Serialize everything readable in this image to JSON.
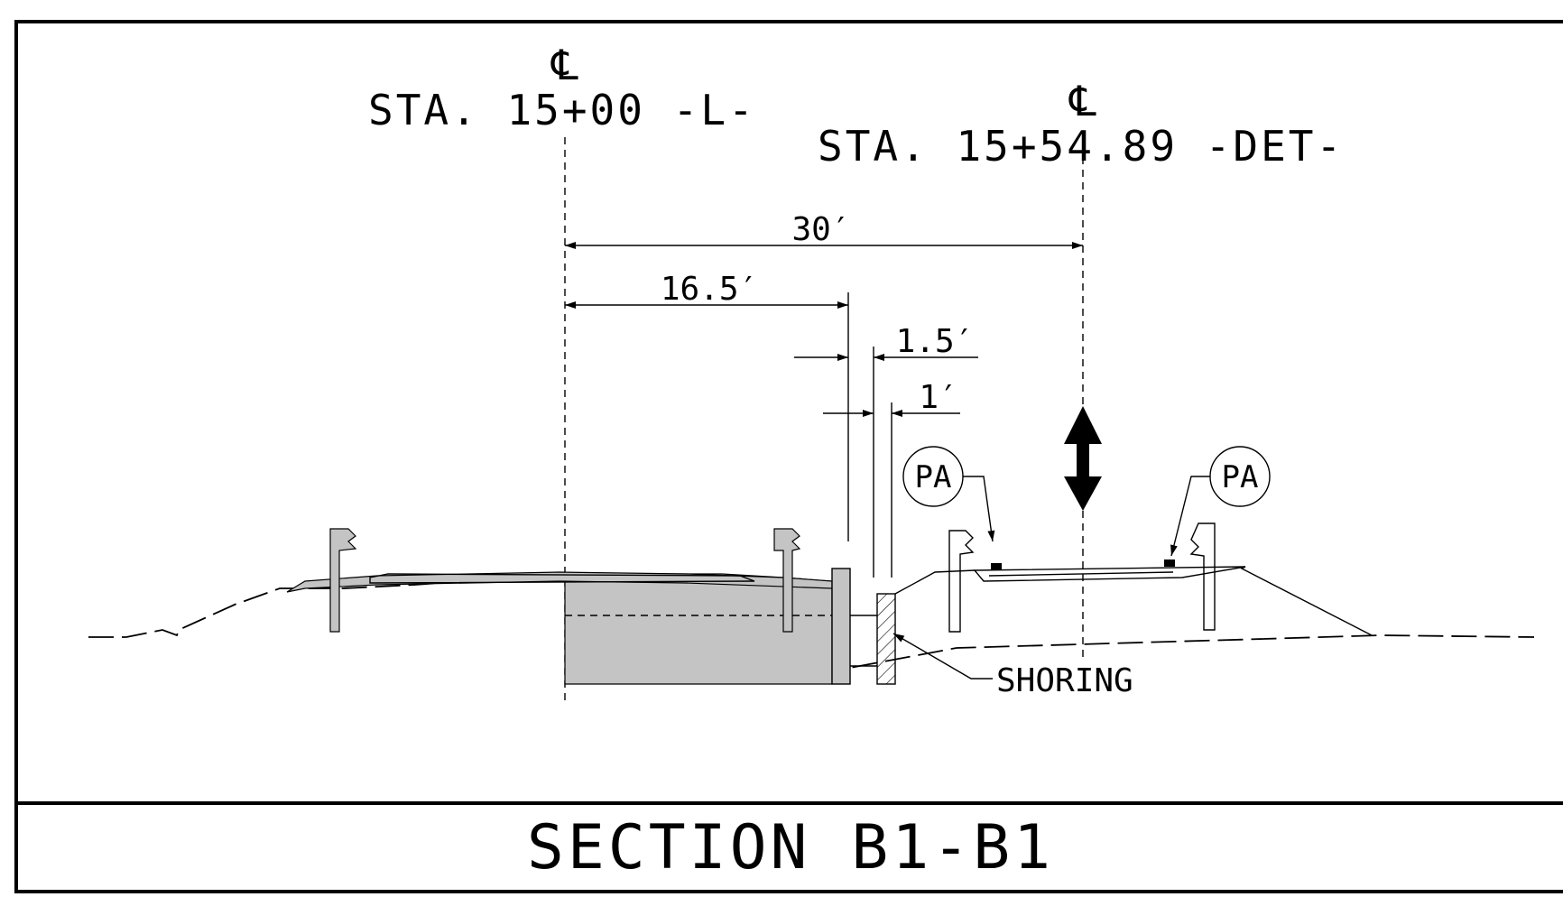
{
  "sheet": {
    "title": "SECTION B1-B1"
  },
  "centerlines": [
    {
      "symbol": "℄",
      "station": "STA. 15+00 -L-"
    },
    {
      "symbol": "℄",
      "station": "STA. 15+54.89 -DET-"
    }
  ],
  "dimensions": {
    "d30": "30′",
    "d16_5": "16.5′",
    "d1_5": "1.5′",
    "d1": "1′"
  },
  "callouts": {
    "pa_left": "PA",
    "pa_right": "PA",
    "shoring": "SHORING"
  },
  "colors": {
    "line": "#000000",
    "fill": "#c4c4c4",
    "background": "#ffffff"
  }
}
